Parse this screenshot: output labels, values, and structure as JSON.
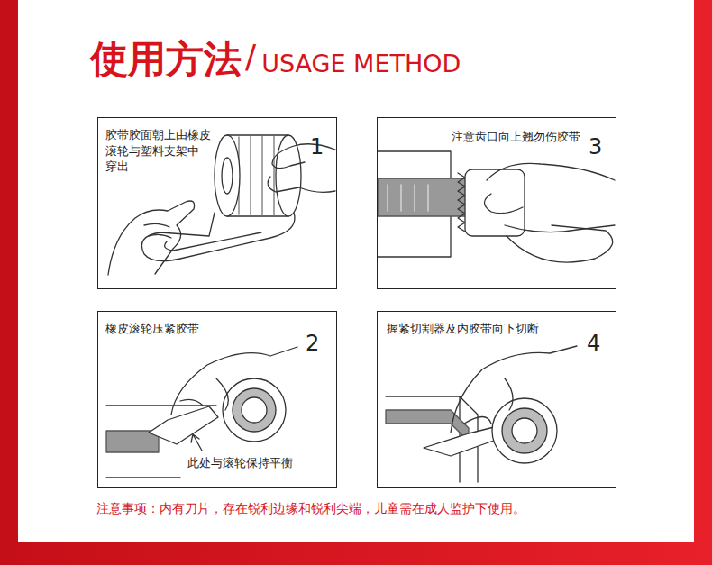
{
  "diagram": {
    "title": "使用方法",
    "caption": "注意事项：内有刀片，存在锐利边缘和锐利尖端，儿童需在成人监护下使用。",
    "nodes": [
      {
        "text": [
          "胶带胶面朝上由橡皮 滚轮与塑料支架中 穿出",
          "1"
        ]
      },
      {
        "text": [
          "注意齿口向上翘勿伤胶带",
          "3"
        ]
      },
      {
        "text": [
          "橡皮滚轮压紧胶带",
          "2",
          "此处与滚轮保持平衡"
        ]
      },
      {
        "text": [
          "握紧切割器及内胶带向下切断",
          "4"
        ]
      }
    ],
    "labels": [
      "/",
      "USAGE METHOD"
    ]
  }
}
